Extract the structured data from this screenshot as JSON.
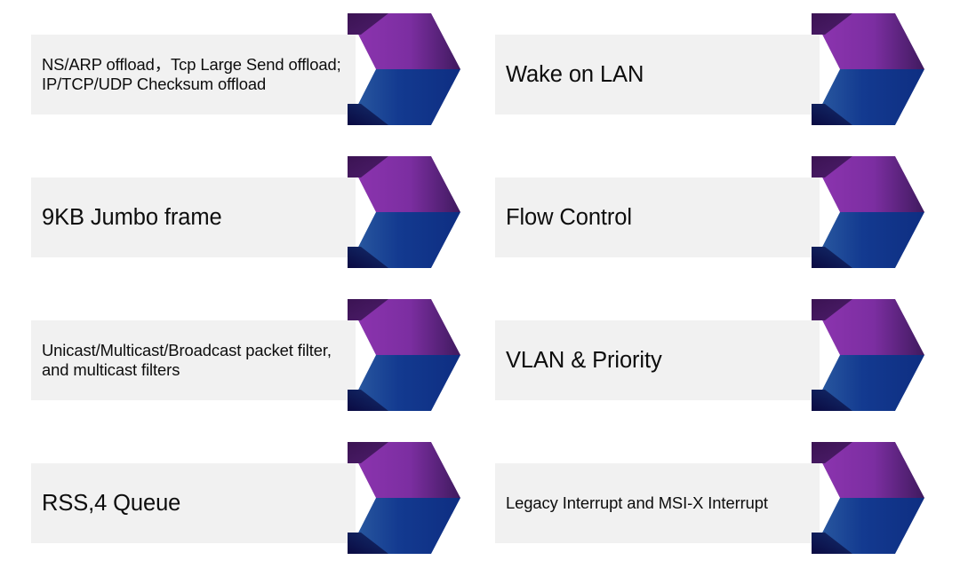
{
  "palette": {
    "background": "#ffffff",
    "plate_fill": "#f1f1f1",
    "text": "#0d0d0d",
    "purple_light": "#8b34ad",
    "purple_mid": "#7b2ea0",
    "purple_dark": "#3f1a5e",
    "purple_fold": "#431459",
    "purple_tip": "#431a63",
    "blue_light": "#2e5fa3",
    "blue_mid": "#12388e",
    "blue_dark": "#0d2a7a",
    "blue_fold": "#0d0d4a",
    "blue_tip": "#0b2a7d"
  },
  "diagram": {
    "title": "",
    "layout": {
      "columns": 2,
      "rows": 4,
      "shape": "chevron-arrow-banner"
    },
    "items": [
      {
        "id": "ns-arp-offload",
        "column": "left",
        "row": 0,
        "size": "small",
        "label": "NS/ARP offload，Tcp Large Send offload; IP/TCP/UDP Checksum offload"
      },
      {
        "id": "wake-on-lan",
        "column": "right",
        "row": 0,
        "size": "big",
        "label": "Wake on LAN"
      },
      {
        "id": "jumbo-frame",
        "column": "left",
        "row": 1,
        "size": "big",
        "label": "9KB Jumbo frame"
      },
      {
        "id": "flow-control",
        "column": "right",
        "row": 1,
        "size": "big",
        "label": "Flow Control"
      },
      {
        "id": "packet-filter",
        "column": "left",
        "row": 2,
        "size": "small",
        "label": "Unicast/Multicast/Broadcast packet filter, and multicast filters"
      },
      {
        "id": "vlan-priority",
        "column": "right",
        "row": 2,
        "size": "big",
        "label": "VLAN & Priority"
      },
      {
        "id": "rss-queue",
        "column": "left",
        "row": 3,
        "size": "big",
        "label": "RSS,4 Queue"
      },
      {
        "id": "interrupts",
        "column": "right",
        "row": 3,
        "size": "small",
        "label": "Legacy Interrupt and MSI-X Interrupt"
      }
    ]
  }
}
